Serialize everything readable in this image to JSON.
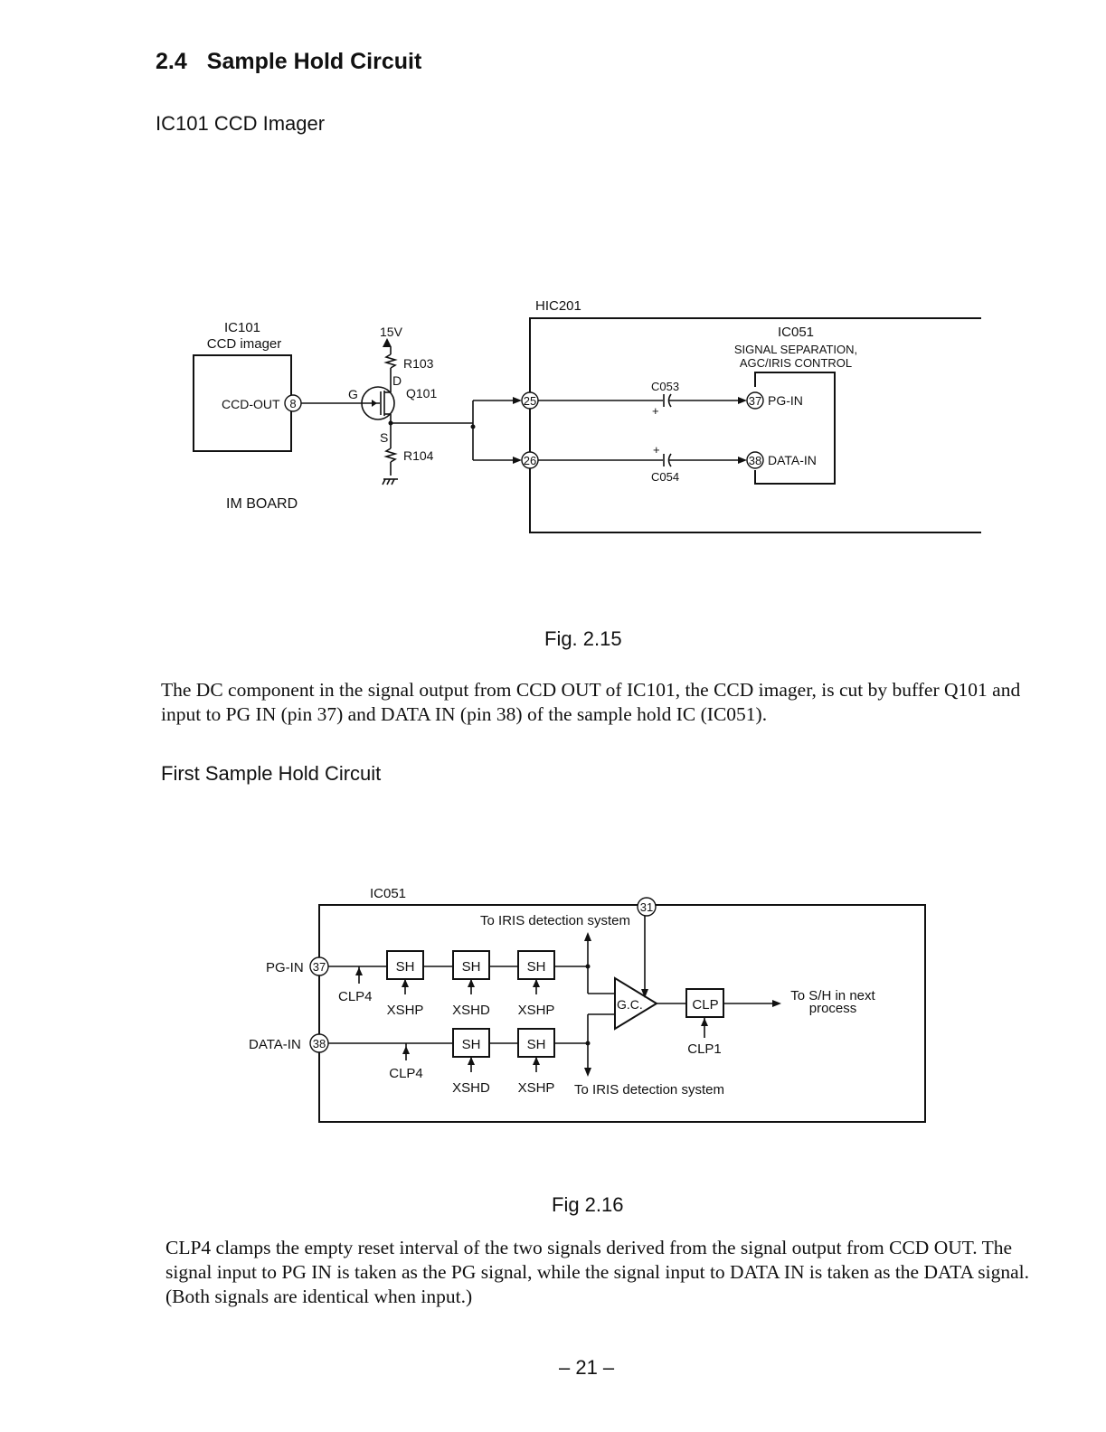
{
  "section": {
    "number": "2.4",
    "title": "Sample Hold Circuit"
  },
  "subheading1": "IC101 CCD Imager",
  "fig1": {
    "ic101": {
      "name": "IC101",
      "desc": "CCD imager",
      "pin": "8",
      "pin_label": "CCD-OUT"
    },
    "board": "IM BOARD",
    "supply": "15V",
    "r103": "R103",
    "r104": "R104",
    "q101": "Q101",
    "gate": "G",
    "drain": "D",
    "source": "S",
    "hic": "HIC201",
    "ic051": {
      "name": "IC051",
      "line1": "SIGNAL SEPARATION,",
      "line2": "AGC/IRIS CONTROL"
    },
    "pin25": "25",
    "pin26": "26",
    "pin37": "37",
    "pin38": "38",
    "pg_in": "PG-IN",
    "data_in": "DATA-IN",
    "c053": "C053",
    "c054": "C054",
    "plus": "+",
    "caption": "Fig. 2.15"
  },
  "paragraph1": "The DC component in the signal output from CCD OUT of IC101, the CCD imager, is cut by buffer Q101 and input to PG IN (pin 37) and DATA IN (pin 38) of the sample hold IC (IC051).",
  "subheading2": "First Sample Hold Circuit",
  "fig2": {
    "ic": "IC051",
    "pg_in": "PG-IN",
    "data_in": "DATA-IN",
    "pin37": "37",
    "pin38": "38",
    "pin31": "31",
    "sh": "SH",
    "clp4": "CLP4",
    "xshp": "XSHP",
    "xshd": "XSHD",
    "gc": "G.C.",
    "clp": "CLP",
    "clp1": "CLP1",
    "iris": "To IRIS detection system",
    "next_line1": "To S/H in next",
    "next_line2": "process",
    "caption": "Fig 2.16"
  },
  "paragraph2": "CLP4 clamps the empty reset interval of the two signals derived from the signal output from CCD OUT. The signal input to PG IN is taken as the PG signal, while the signal input to DATA IN is taken as the DATA signal. (Both signals are identical when input.)",
  "page_number": "– 21 –"
}
